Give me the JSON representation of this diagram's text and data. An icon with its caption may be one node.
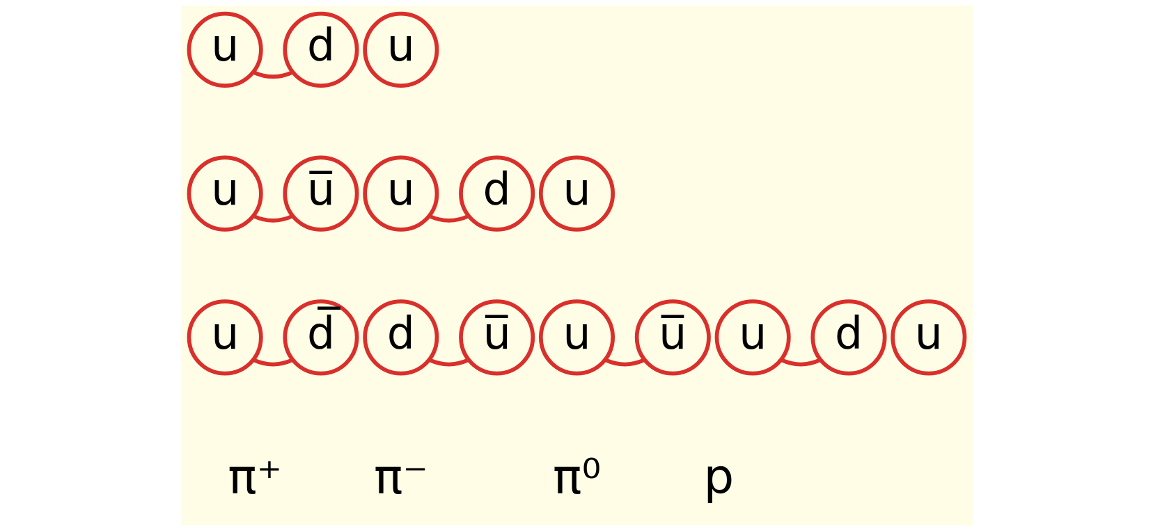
{
  "diagram": {
    "nodes": [
      {
        "text": [
          "u"
        ]
      },
      {
        "text": [
          "d"
        ]
      },
      {
        "text": [
          "u"
        ]
      },
      {
        "text": [
          "u"
        ]
      },
      {
        "text": [
          "u̅"
        ]
      },
      {
        "text": [
          "u"
        ]
      },
      {
        "text": [
          "d"
        ]
      },
      {
        "text": [
          "u"
        ]
      },
      {
        "text": [
          "u"
        ]
      },
      {
        "text": [
          "d̅"
        ]
      },
      {
        "text": [
          "d"
        ]
      },
      {
        "text": [
          "u̅"
        ]
      },
      {
        "text": [
          "u"
        ]
      },
      {
        "text": [
          "u̅"
        ]
      },
      {
        "text": [
          "u"
        ]
      },
      {
        "text": [
          "d"
        ]
      },
      {
        "text": [
          "u"
        ]
      }
    ],
    "edges": [
      {
        "from": 0,
        "to": 1,
        "arrow": "none"
      },
      {
        "from": 3,
        "to": 4,
        "arrow": "none"
      },
      {
        "from": 5,
        "to": 6,
        "arrow": "none"
      },
      {
        "from": 8,
        "to": 9,
        "arrow": "none"
      },
      {
        "from": 10,
        "to": 11,
        "arrow": "none"
      },
      {
        "from": 12,
        "to": 13,
        "arrow": "none"
      },
      {
        "from": 14,
        "to": 15,
        "arrow": "none"
      }
    ],
    "labels": [
      "π⁺",
      "π⁻",
      "π⁰",
      "p"
    ]
  }
}
